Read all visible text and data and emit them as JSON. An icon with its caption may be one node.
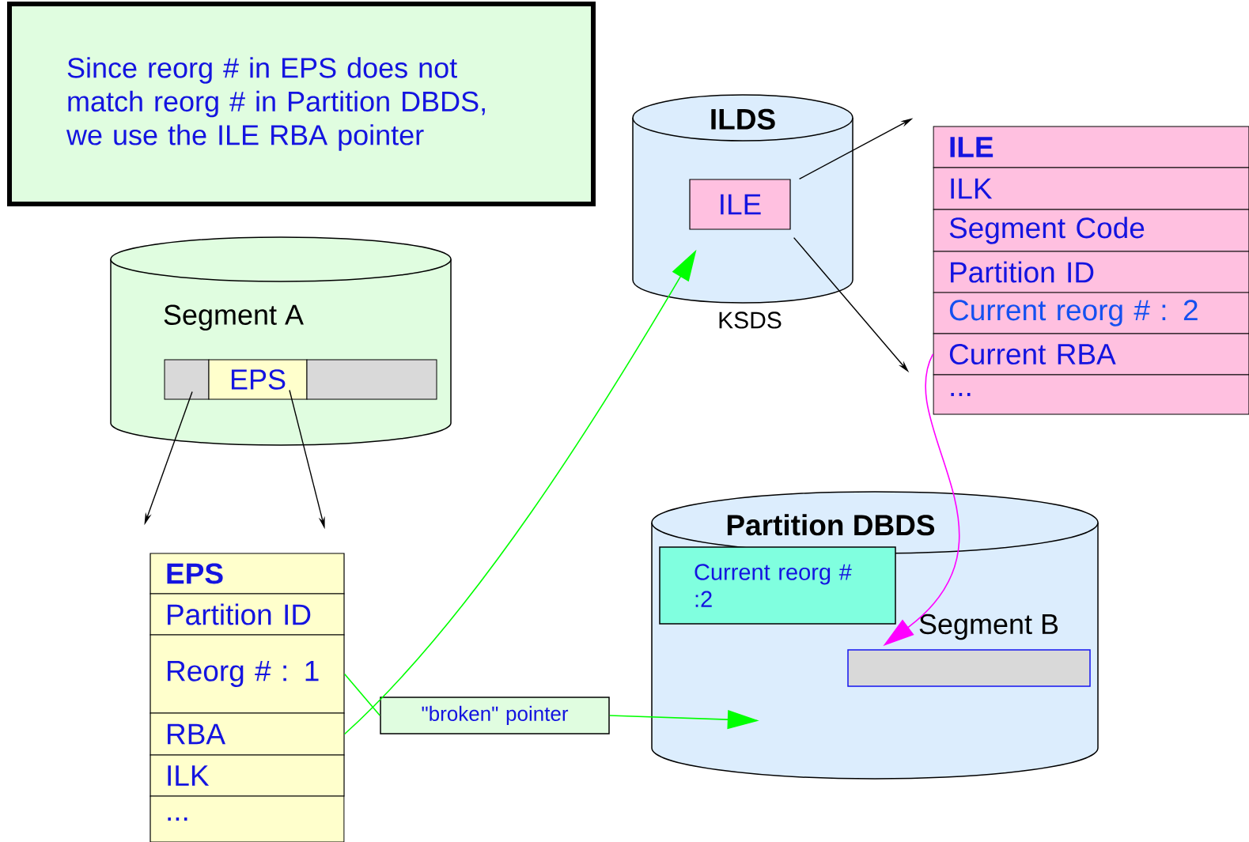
{
  "diagram": {
    "nodes": [
      {
        "text": [
          "Since reorg # in EPS does not match reorg # in Partition DBDS, we use the ILE RBA pointer"
        ]
      },
      {
        "text": [
          "Segment A"
        ]
      },
      {
        "text": [],
        "shape": "box",
        "in": 1
      },
      {
        "text": [
          "EPS"
        ],
        "in": 1
      },
      {
        "text": [],
        "shape": "box",
        "in": 1
      },
      {
        "text": [
          "EPS"
        ]
      },
      {
        "text": [
          "Partition ID"
        ]
      },
      {
        "text": [
          "Reorg # : 1"
        ]
      },
      {
        "text": [
          "RBA"
        ]
      },
      {
        "text": [
          "ILK"
        ]
      },
      {
        "text": [
          "..."
        ]
      },
      {
        "text": [
          "ILDS"
        ],
        "beside": [
          "KSDS"
        ]
      },
      {
        "text": [
          "ILE"
        ],
        "in": 11
      },
      {
        "text": [
          "ILE"
        ]
      },
      {
        "text": [
          "ILK"
        ]
      },
      {
        "text": [
          "Segment Code"
        ]
      },
      {
        "text": [
          "Partition ID"
        ]
      },
      {
        "text": [
          "Current reorg # : 2"
        ]
      },
      {
        "text": [
          "Current RBA"
        ]
      },
      {
        "text": [
          "..."
        ]
      },
      {
        "text": [
          "\"broken\" pointer"
        ]
      },
      {
        "text": [
          "Partition DBDS"
        ]
      },
      {
        "text": [
          "Current reorg # :2"
        ],
        "in": 21
      },
      {
        "text": [],
        "shape": "box",
        "in": 21,
        "beside": [
          "Segment B"
        ]
      }
    ],
    "edges": [
      {
        "from": 2,
        "to": 5,
        "arrow": "to"
      },
      {
        "from": 3,
        "to": 5,
        "arrow": "to"
      },
      {
        "from": 8,
        "to": 12,
        "arrow": "to",
        "color": "#00ff00"
      },
      {
        "from": 12,
        "to": 13,
        "arrow": "to"
      },
      {
        "from": 12,
        "to": 19,
        "arrow": "to"
      },
      {
        "from": 18,
        "to": 23,
        "arrow": "to",
        "color": "#ff00ff"
      },
      {
        "from": 7,
        "to": 20,
        "arrow": "none",
        "color": "#00ff00"
      },
      {
        "from": 20,
        "to": 21,
        "arrow": "to",
        "color": "#00ff00"
      }
    ]
  }
}
